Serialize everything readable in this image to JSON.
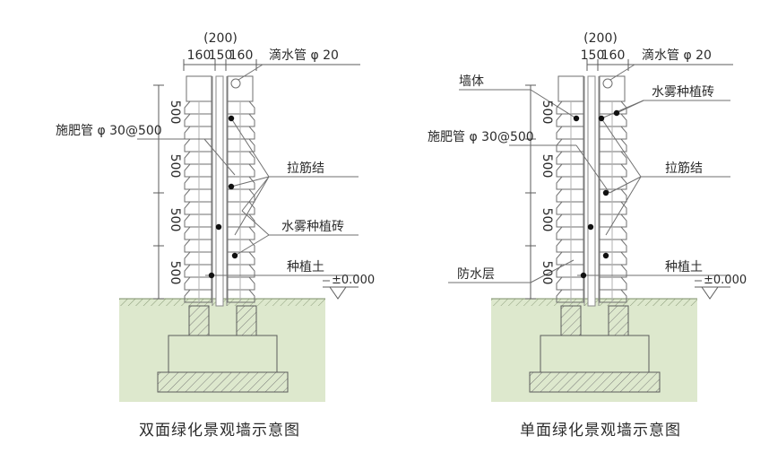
{
  "figure": {
    "title_left": "双面绿化景观墙示意图",
    "title_right": "单面绿化景观墙示意图"
  },
  "left_diagram": {
    "overall_dim": "(200)",
    "dims_top": [
      "160",
      "150",
      "160"
    ],
    "vertical_dims": [
      "500",
      "500",
      "500",
      "500"
    ],
    "labels": {
      "drip_pipe": "滴水管 φ 20",
      "fertilizer_pipe": "施肥管 φ 30@500",
      "tie_bar": "拉筋结",
      "mist_planting_brick": "水雾种植砖",
      "planting_soil": "种植土",
      "elevation": "±0.000"
    }
  },
  "right_diagram": {
    "overall_dim": "(200)",
    "dims_top": [
      "150",
      "160"
    ],
    "vertical_dims": [
      "500",
      "500",
      "500",
      "500"
    ],
    "labels": {
      "drip_pipe": "滴水管 φ 20",
      "wall_body": "墙体",
      "fertilizer_pipe": "施肥管 φ 30@500",
      "waterproof_layer": "防水层",
      "mist_planting_brick": "水雾种植砖",
      "tie_bar": "拉筋结",
      "planting_soil": "种植土",
      "elevation": "±0.000"
    }
  },
  "colors": {
    "soil_fill": "#dde8cd",
    "line": "#5b5b5b",
    "text": "#2b2b2b",
    "hatch": "#7d8f6a"
  }
}
